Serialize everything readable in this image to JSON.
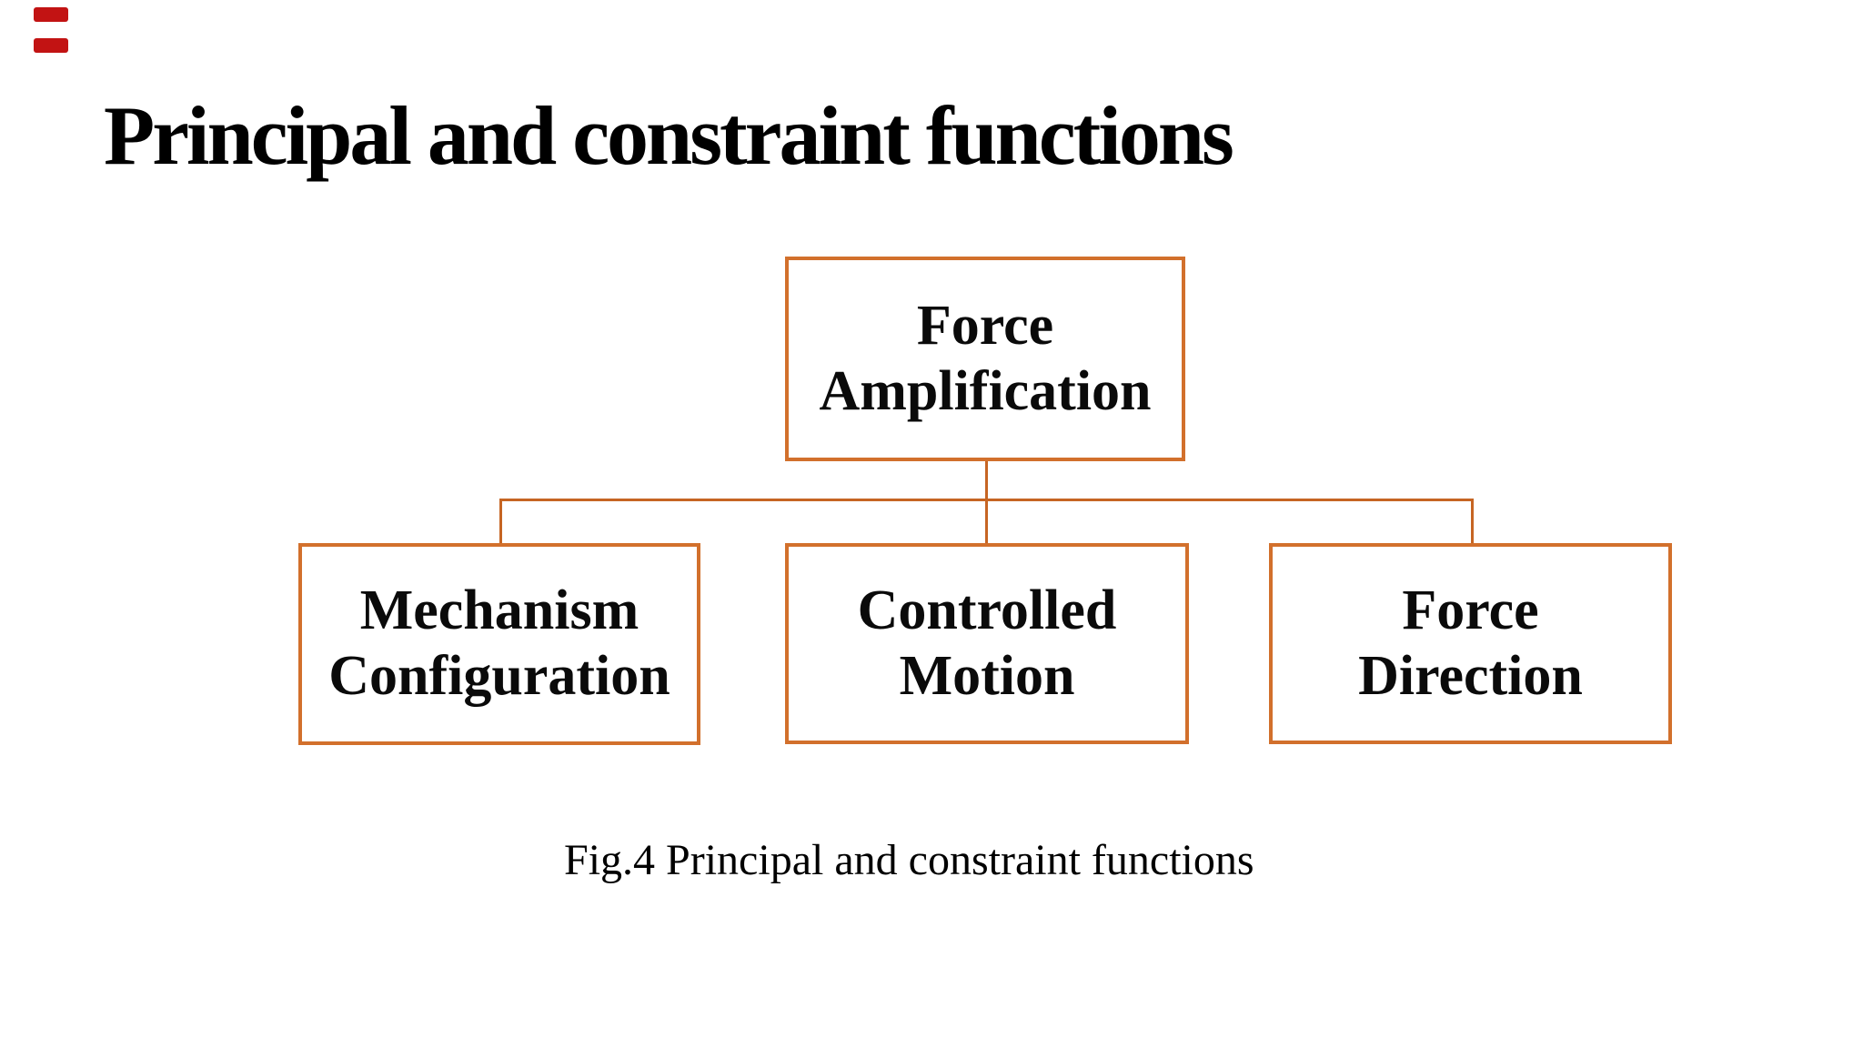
{
  "slide": {
    "title": "Principal and constraint functions",
    "caption": "Fig.4 Principal and constraint functions"
  },
  "diagram": {
    "type": "hierarchy",
    "root_box": {
      "line1": "Force",
      "line2": "Amplification"
    },
    "child_boxes": [
      {
        "line1": "Mechanism",
        "line2": "Configuration"
      },
      {
        "line1": "Controlled",
        "line2": "Motion"
      },
      {
        "line1": "Force",
        "line2": "Direction"
      }
    ],
    "edges": [
      [
        "Force Amplification",
        "Mechanism Configuration"
      ],
      [
        "Force Amplification",
        "Controlled Motion"
      ],
      [
        "Force Amplification",
        "Force Direction"
      ]
    ]
  },
  "decorations": {
    "red_corner_marks_count": 2
  },
  "colors": {
    "background": "#ffffff",
    "box_border": "#d2702c",
    "connector": "#c66523",
    "text": "#000000",
    "red_mark": "#c21313"
  }
}
